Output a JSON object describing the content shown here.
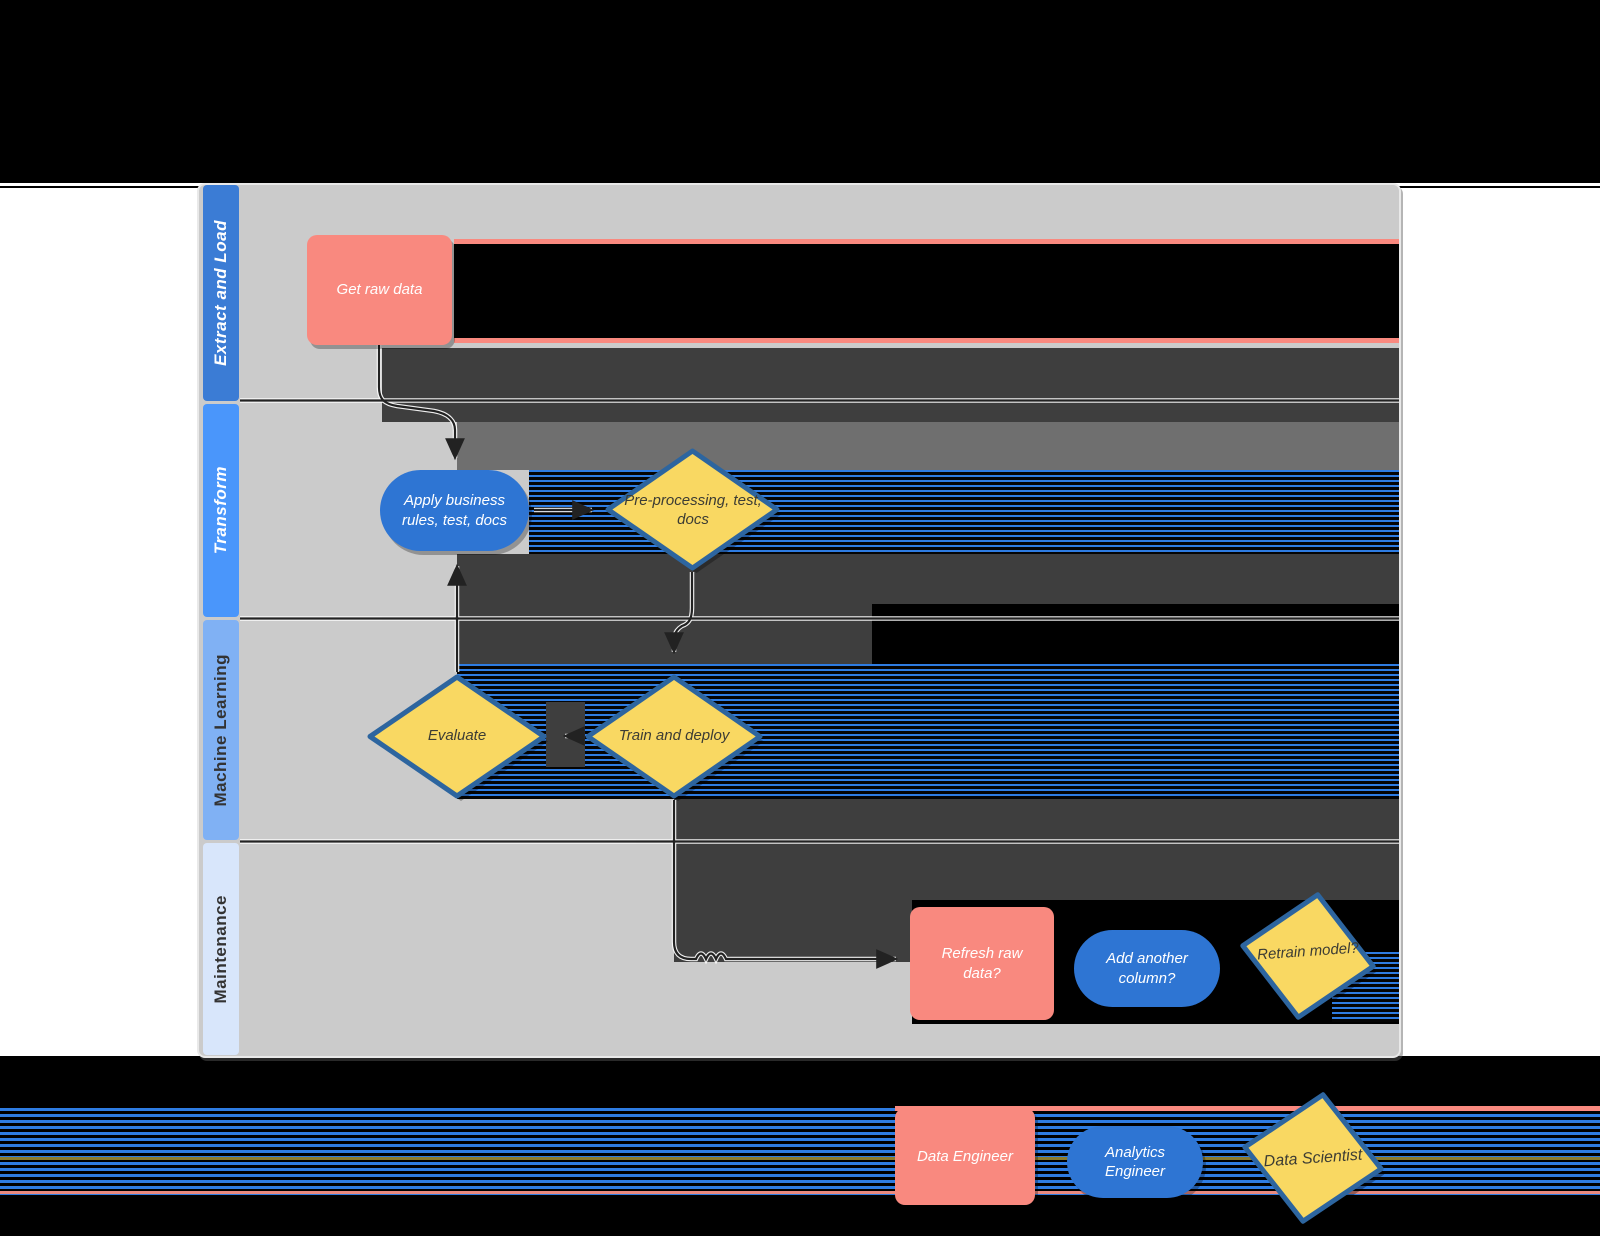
{
  "lanes": [
    {
      "label": "Extract and Load",
      "header_color": "#3B7CD5",
      "text_color": "#FFFFFF"
    },
    {
      "label": "Transform",
      "header_color": "#4A96FB",
      "text_color": "#FFFFFF"
    },
    {
      "label": "Machine Learning",
      "header_color": "#80B1F4",
      "text_color": "#333333"
    },
    {
      "label": "Maintenance",
      "header_color": "#D8E6FB",
      "text_color": "#333333"
    }
  ],
  "nodes": {
    "get_raw_data": {
      "label": "Get raw data",
      "shape": "rounded-rectangle",
      "lane": "Extract and Load",
      "role": "Data Engineer"
    },
    "apply_business_rules": {
      "label": "Apply business rules, test, docs",
      "shape": "stadium",
      "lane": "Transform",
      "role": "Analytics Engineer"
    },
    "pre_processing": {
      "label": "Pre-processing, test, docs",
      "shape": "diamond",
      "lane": "Transform",
      "role": "Data Scientist"
    },
    "evaluate": {
      "label": "Evaluate",
      "shape": "diamond",
      "lane": "Machine Learning",
      "role": "Data Scientist"
    },
    "train_and_deploy": {
      "label": "Train and deploy",
      "shape": "diamond",
      "lane": "Machine Learning",
      "role": "Data Scientist"
    },
    "refresh_raw_data": {
      "label": "Refresh raw data?",
      "shape": "rounded-rectangle",
      "lane": "Maintenance",
      "role": "Data Engineer"
    },
    "add_another_column": {
      "label": "Add another column?",
      "shape": "stadium",
      "lane": "Maintenance",
      "role": "Analytics Engineer"
    },
    "retrain_model": {
      "label": "Retrain model?",
      "shape": "diamond",
      "lane": "Maintenance",
      "role": "Data Scientist"
    }
  },
  "edges": [
    {
      "from": "get_raw_data",
      "to": "apply_business_rules"
    },
    {
      "from": "apply_business_rules",
      "to": "pre_processing"
    },
    {
      "from": "pre_processing",
      "to": "train_and_deploy"
    },
    {
      "from": "train_and_deploy",
      "to": "evaluate"
    },
    {
      "from": "evaluate",
      "to": "apply_business_rules"
    },
    {
      "from": "train_and_deploy",
      "to": "refresh_raw_data"
    }
  ],
  "legend": {
    "data_engineer": {
      "label": "Data Engineer",
      "shape": "rounded-rectangle",
      "color": "#F9897F"
    },
    "analytics_engineer": {
      "label": "Analytics Engineer",
      "shape": "stadium",
      "color": "#2E75D3"
    },
    "data_scientist": {
      "label": "Data Scientist",
      "shape": "diamond",
      "color": "#F9D862"
    }
  },
  "colors": {
    "salmon": "#F9897F",
    "blue_shape": "#2E75D3",
    "yellow_shape": "#F9D862",
    "diamond_border": "#2D659F",
    "canvas": "#CBCBCB",
    "band_dark": "#3E3E3E",
    "band_mid": "#6F6F6F",
    "scanline_blue": "#2E7CE2",
    "page_background": "#000000",
    "backdrop": "#FFFFFF"
  }
}
